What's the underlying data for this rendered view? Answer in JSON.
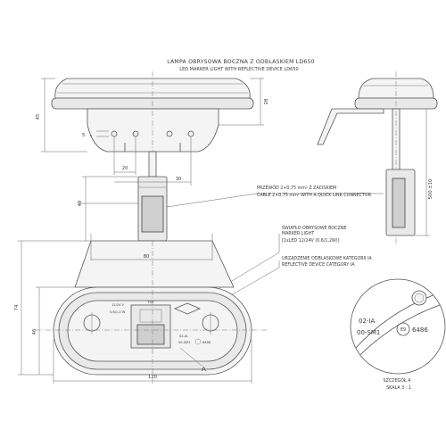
{
  "title": {
    "pl": "LAMPA OBRYSOWA BOCZNA Z ODBLASKIEM LD650",
    "en": "LED MARKER LIGHT WITH REFLECTIVE DEVICE LD650"
  },
  "dimensions": {
    "d45": "45",
    "d28": "28",
    "d5": "5",
    "d20": "20",
    "d30": "30",
    "d49": "49",
    "d80": "80",
    "d74": "74",
    "d46": "46",
    "d120": "120",
    "d500": "500 ±10"
  },
  "callouts": {
    "cable_pl": "PRZEWÓD 2×0,75 mm² Z ZACISKIEM",
    "cable_en": "CABLE 2×0,75 mm² WITH A QUICK LINK CONNECTOR",
    "light_pl": "ŚWIATŁO OBRYSOWE BOCZNE",
    "light_en": "MARKER LIGHT",
    "light_spec": "[1xLED 12/24V (0,6/1,2W)]",
    "reflector_pl": "URZĄDZENIE ODBLASKOWE KATEGORII IA",
    "reflector_en": "REFLECTIVE DEVICE CATEGORY IA"
  },
  "lamp_markings": {
    "top": "TOP",
    "voltage": "12/24 V",
    "power": "0,6/1,2 W",
    "code1": "02-IA",
    "code2": "00-SM1",
    "approval": "6486",
    "approval_e": "E9"
  },
  "detail": {
    "code1": "02-IA",
    "code2": "00-SM1",
    "approval_e": "E9",
    "approval": "6486",
    "label": "SZCZEGÓŁ A",
    "scale": "SKALA 3 : 1",
    "section_letter": "A"
  }
}
